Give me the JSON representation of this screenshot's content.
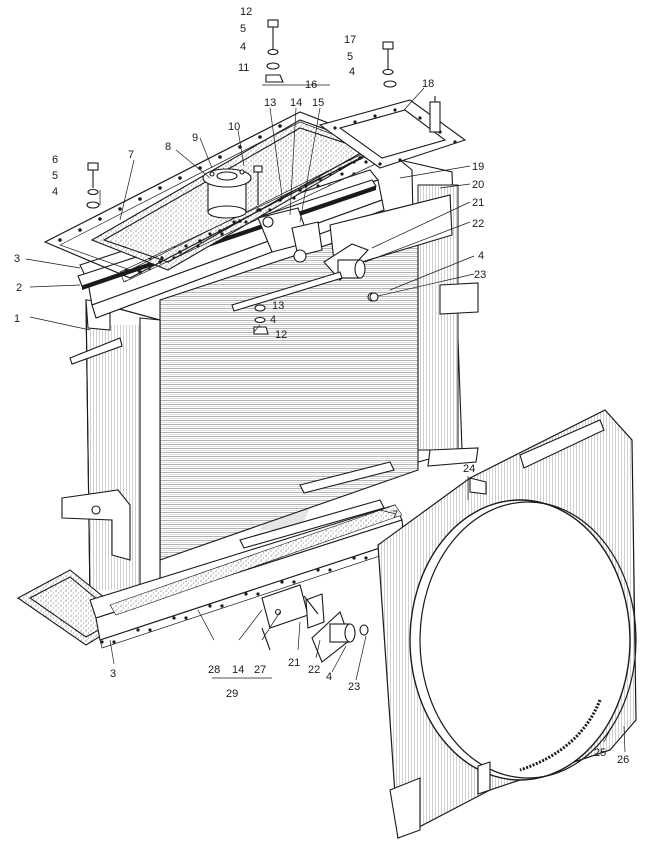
{
  "diagram": {
    "callouts": [
      {
        "id": "c1",
        "text": "1"
      },
      {
        "id": "c2",
        "text": "2"
      },
      {
        "id": "c3a",
        "text": "3"
      },
      {
        "id": "c3b",
        "text": "3"
      },
      {
        "id": "c4a",
        "text": "4"
      },
      {
        "id": "c4b",
        "text": "4"
      },
      {
        "id": "c4c",
        "text": "4"
      },
      {
        "id": "c4d",
        "text": "4"
      },
      {
        "id": "c4e",
        "text": "4"
      },
      {
        "id": "c4f",
        "text": "4"
      },
      {
        "id": "c5a",
        "text": "5"
      },
      {
        "id": "c5b",
        "text": "5"
      },
      {
        "id": "c5c",
        "text": "5"
      },
      {
        "id": "c6",
        "text": "6"
      },
      {
        "id": "c7a",
        "text": "7"
      },
      {
        "id": "c7b",
        "text": "7"
      },
      {
        "id": "c8",
        "text": "8"
      },
      {
        "id": "c9",
        "text": "9"
      },
      {
        "id": "c10",
        "text": "10"
      },
      {
        "id": "c11",
        "text": "11"
      },
      {
        "id": "c12a",
        "text": "12"
      },
      {
        "id": "c12b",
        "text": "12"
      },
      {
        "id": "c13a",
        "text": "13"
      },
      {
        "id": "c13b",
        "text": "13"
      },
      {
        "id": "c14a",
        "text": "14"
      },
      {
        "id": "c14b",
        "text": "14"
      },
      {
        "id": "c15",
        "text": "15"
      },
      {
        "id": "c16",
        "text": "16"
      },
      {
        "id": "c17",
        "text": "17"
      },
      {
        "id": "c18",
        "text": "18"
      },
      {
        "id": "c19",
        "text": "19"
      },
      {
        "id": "c20",
        "text": "20"
      },
      {
        "id": "c21a",
        "text": "21"
      },
      {
        "id": "c21b",
        "text": "21"
      },
      {
        "id": "c22a",
        "text": "22"
      },
      {
        "id": "c22b",
        "text": "22"
      },
      {
        "id": "c23a",
        "text": "23"
      },
      {
        "id": "c23b",
        "text": "23"
      },
      {
        "id": "c24",
        "text": "24"
      },
      {
        "id": "c25",
        "text": "25"
      },
      {
        "id": "c26",
        "text": "26"
      },
      {
        "id": "c27",
        "text": "27"
      },
      {
        "id": "c28",
        "text": "28"
      },
      {
        "id": "c29",
        "text": "29"
      }
    ]
  }
}
